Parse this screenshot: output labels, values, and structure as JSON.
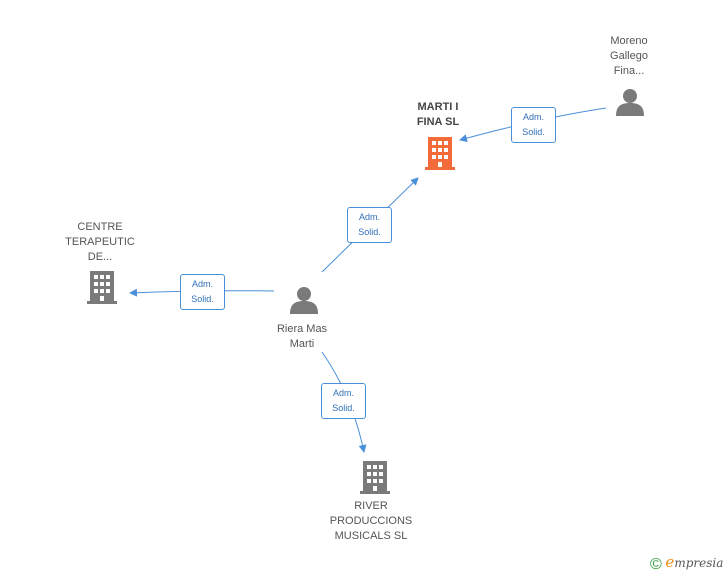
{
  "colors": {
    "edge": "#4a90d9",
    "person": "#7a7a7a",
    "company": "#7a7a7a",
    "focus_company": "#f26b38"
  },
  "nodes": {
    "marti_fina": {
      "lines": [
        "MARTI I",
        "FINA SL"
      ],
      "icon": "building-icon"
    },
    "moreno": {
      "lines": [
        "Moreno",
        "Gallego",
        "Fina..."
      ],
      "icon": "person-icon"
    },
    "centre": {
      "lines": [
        "CENTRE",
        "TERAPEUTIC",
        "DE..."
      ],
      "icon": "building-icon"
    },
    "riera": {
      "lines": [
        "Riera Mas",
        "Marti"
      ],
      "icon": "person-icon"
    },
    "river": {
      "lines": [
        "RIVER",
        "PRODUCCIONS",
        "MUSICALS SL"
      ],
      "icon": "building-icon"
    }
  },
  "edges": [
    {
      "from": "moreno",
      "to": "marti_fina",
      "label": [
        "Adm.",
        "Solid."
      ]
    },
    {
      "from": "riera",
      "to": "marti_fina",
      "label": [
        "Adm.",
        "Solid."
      ]
    },
    {
      "from": "riera",
      "to": "centre",
      "label": [
        "Adm.",
        "Solid."
      ]
    },
    {
      "from": "riera",
      "to": "river",
      "label": [
        "Adm.",
        "Solid."
      ]
    }
  ],
  "footer": {
    "copyright_symbol": "©",
    "brand_initial": "e",
    "brand_rest": "mpresia"
  }
}
